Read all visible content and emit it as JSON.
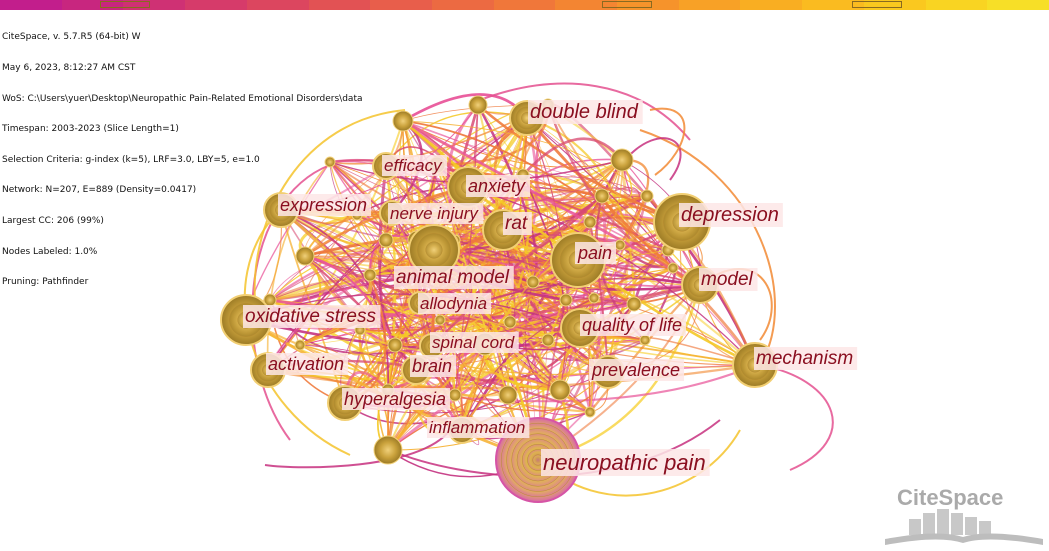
{
  "header": {
    "lines": [
      "CiteSpace, v. 5.7.R5 (64-bit) W",
      "May 6, 2023, 8:12:27 AM CST",
      "WoS: C:\\Users\\yuer\\Desktop\\Neuropathic Pain-Related Emotional Disorders\\data",
      "Timespan: 2003-2023 (Slice Length=1)",
      "Selection Criteria: g-index (k=5), LRF=3.0, LBY=5, e=1.0",
      "Network: N=207, E=889 (Density=0.0417)",
      "Largest CC: 206 (99%)",
      "Nodes Labeled: 1.0%",
      "Pruning: Pathfinder"
    ]
  },
  "timebar": {
    "colors": [
      "#c21e8c",
      "#c8267f",
      "#cf3174",
      "#d63b6a",
      "#dc465f",
      "#e25254",
      "#e85e4b",
      "#ec6a42",
      "#f0773a",
      "#f38532",
      "#f6932b",
      "#f8a126",
      "#f9ae22",
      "#fabb20",
      "#fac81f",
      "#f9d422",
      "#f7df27"
    ]
  },
  "logo": {
    "text": "CiteSpace"
  },
  "keywords": [
    {
      "label": "neuropathic pain",
      "size": 1.0
    },
    {
      "label": "depression",
      "size": 0.42
    },
    {
      "label": "oxidative stress",
      "size": 0.38
    },
    {
      "label": "pain",
      "size": 0.4
    },
    {
      "label": "mechanism",
      "size": 0.34
    },
    {
      "label": "animal model",
      "size": 0.36
    },
    {
      "label": "double blind",
      "size": 0.28
    },
    {
      "label": "expression",
      "size": 0.26
    },
    {
      "label": "anxiety",
      "size": 0.3
    },
    {
      "label": "rat",
      "size": 0.3
    },
    {
      "label": "model",
      "size": 0.28
    },
    {
      "label": "quality of life",
      "size": 0.3
    },
    {
      "label": "activation",
      "size": 0.26
    },
    {
      "label": "prevalence",
      "size": 0.24
    },
    {
      "label": "hyperalgesia",
      "size": 0.26
    },
    {
      "label": "inflammation",
      "size": 0.22
    },
    {
      "label": "brain",
      "size": 0.22
    },
    {
      "label": "spinal cord",
      "size": 0.22
    },
    {
      "label": "allodynia",
      "size": 0.2
    },
    {
      "label": "nerve injury",
      "size": 0.22
    },
    {
      "label": "efficacy",
      "size": 0.2
    }
  ]
}
